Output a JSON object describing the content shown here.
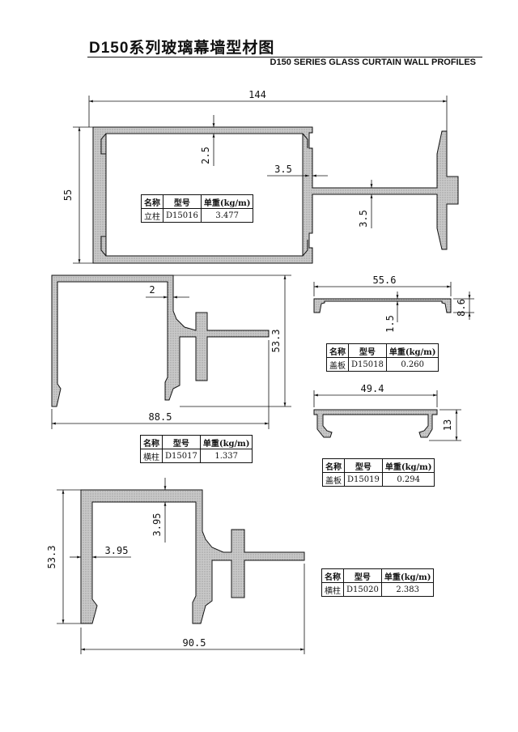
{
  "title": {
    "cn": "D150系列玻璃幕墙型材图",
    "en": "D150 SERIES GLASS CURTAIN WALL PROFILES"
  },
  "colors": {
    "section_fill": "#c9c9c9",
    "line": "#111111"
  },
  "headers": {
    "name": "名称",
    "model": "型号",
    "weight": "单重(kg/m)"
  },
  "profiles": [
    {
      "name": "立柱",
      "model": "D15016",
      "weight": "3.477",
      "dims": {
        "width": "144",
        "height": "55",
        "wall_a": "2.5",
        "wall_b": "3.5",
        "wall_c": "3.5"
      }
    },
    {
      "name": "横柱",
      "model": "D15017",
      "weight": "1.337",
      "dims": {
        "width": "88.5",
        "height": "53.3",
        "wall": "2"
      }
    },
    {
      "name": "盖板",
      "model": "D15018",
      "weight": "0.260",
      "dims": {
        "width": "55.6",
        "height": "8.6",
        "wall": "1.5"
      }
    },
    {
      "name": "盖板",
      "model": "D15019",
      "weight": "0.294",
      "dims": {
        "width": "49.4",
        "height": "13"
      }
    },
    {
      "name": "横柱",
      "model": "D15020",
      "weight": "2.383",
      "dims": {
        "width": "90.5",
        "height": "53.3",
        "wall_a": "3.95",
        "wall_b": "3.95"
      }
    }
  ]
}
